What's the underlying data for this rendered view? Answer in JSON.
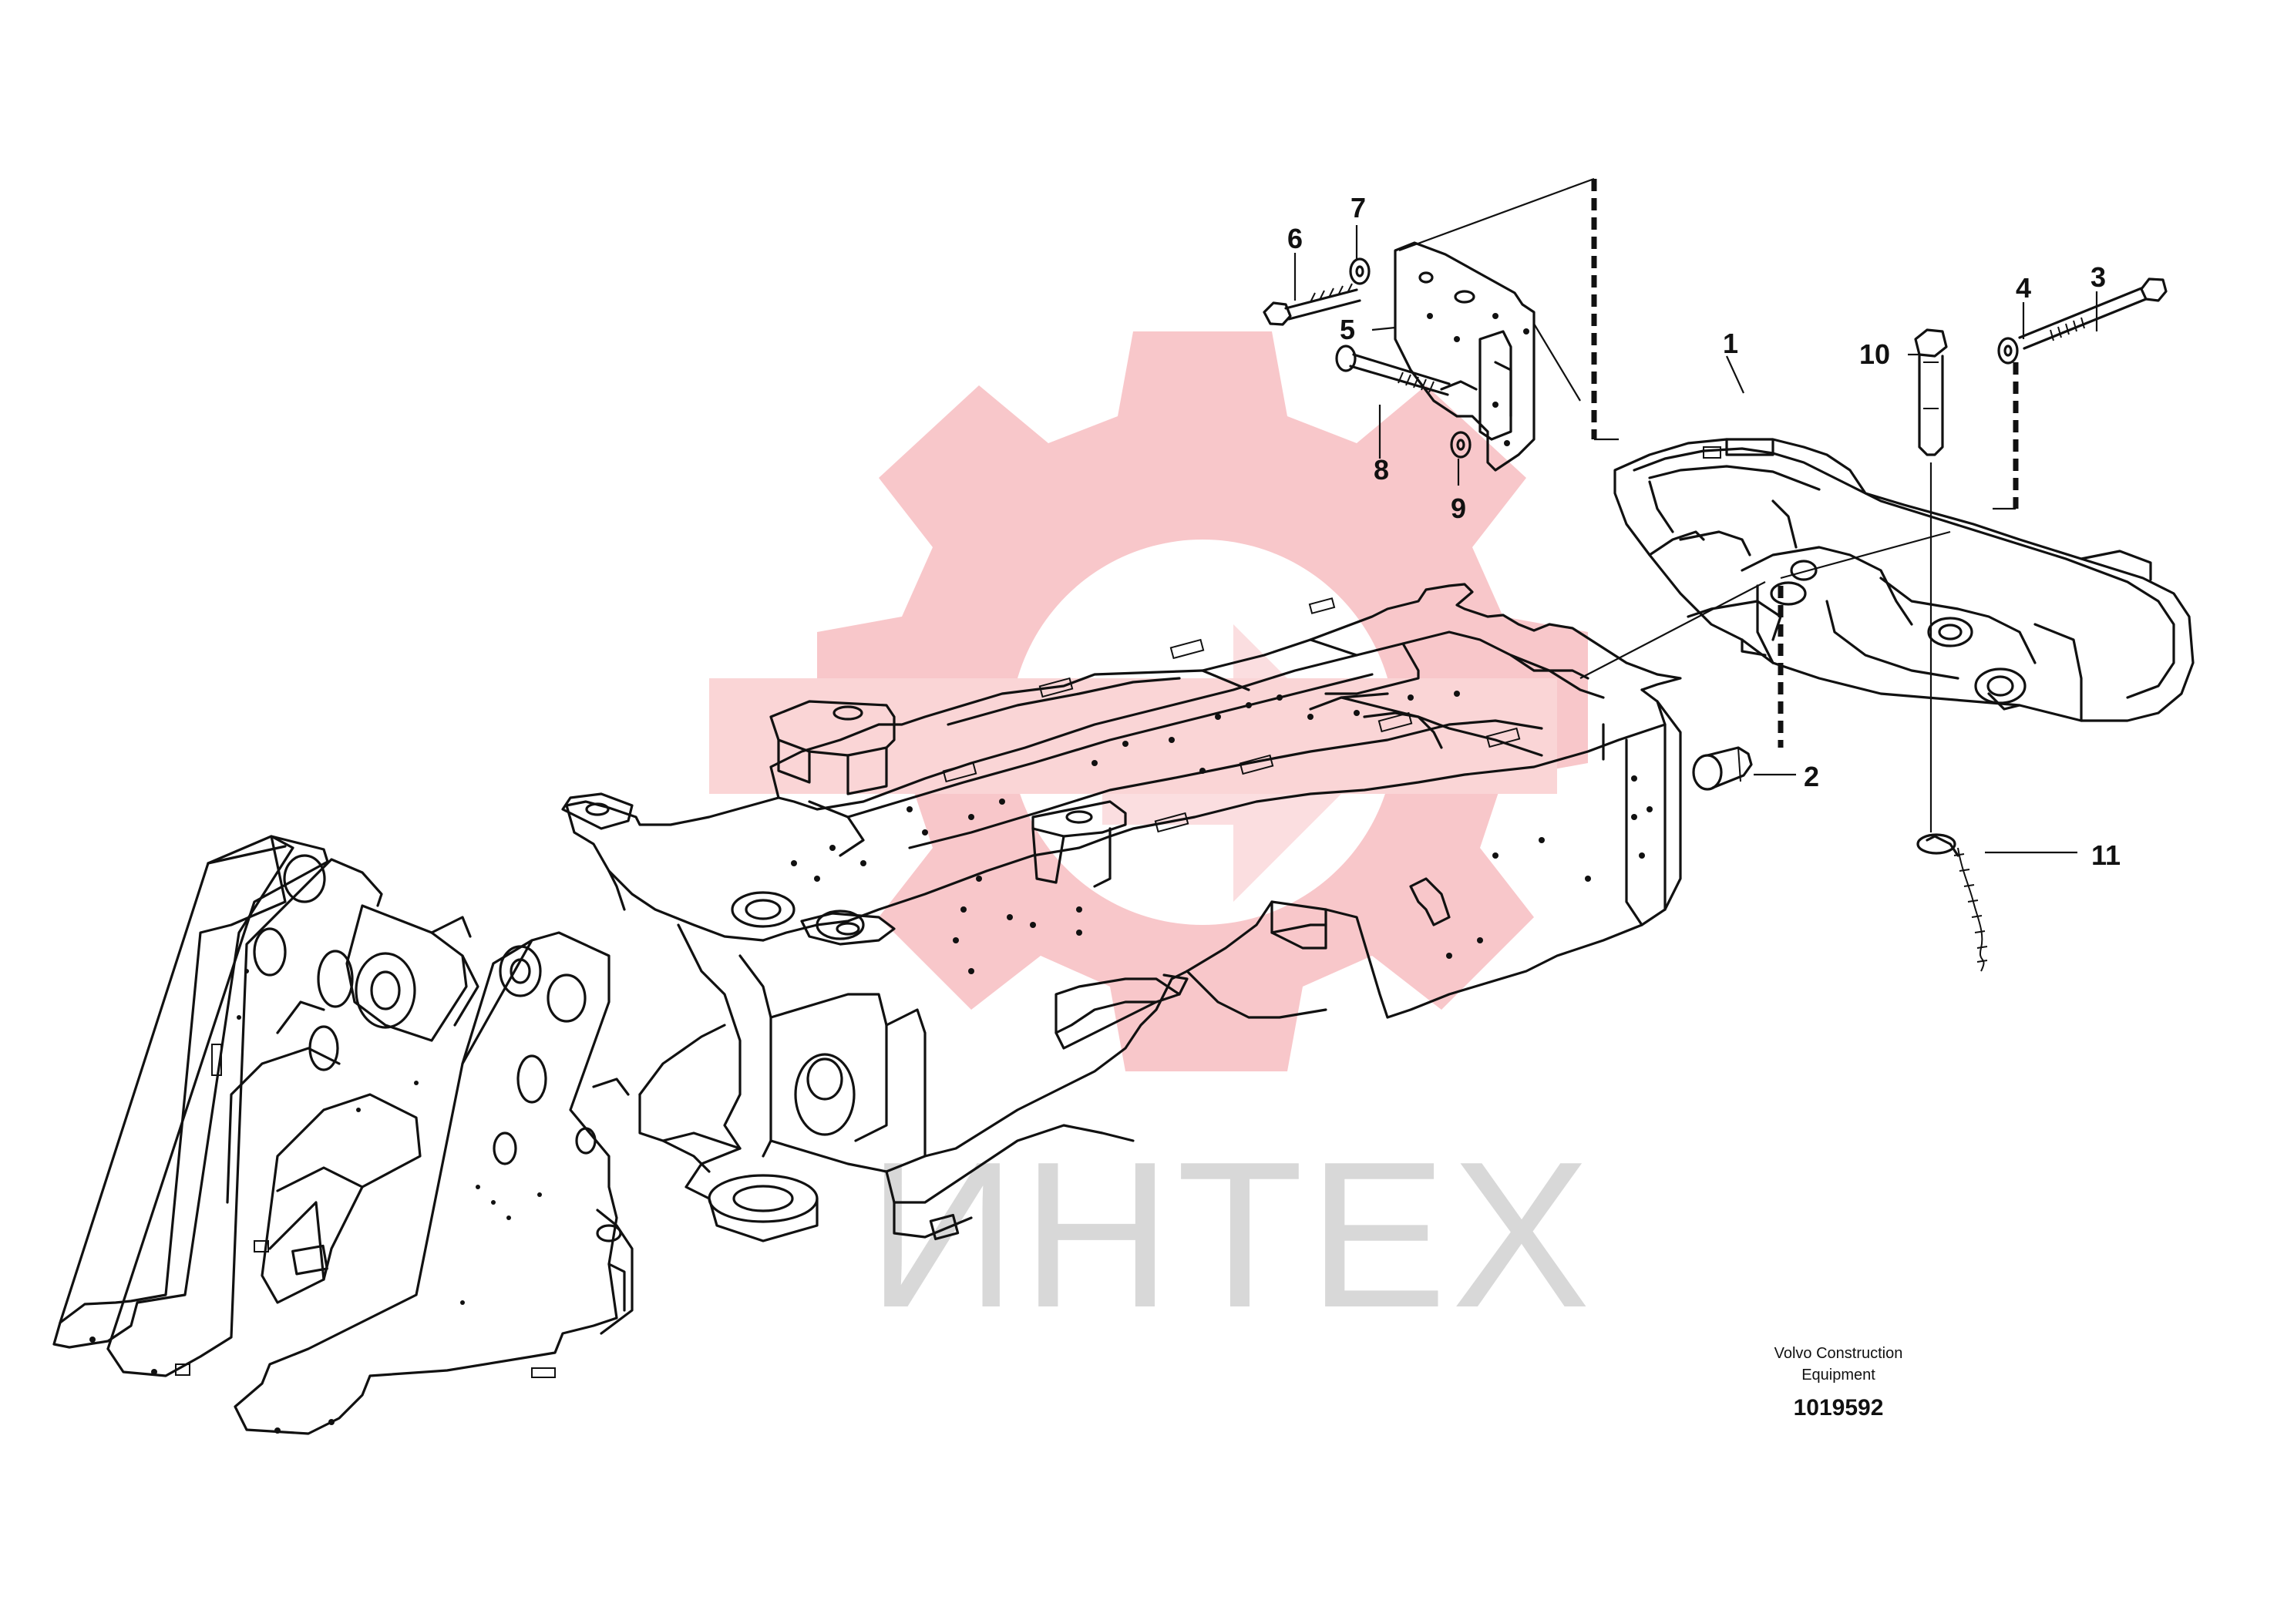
{
  "callouts": [
    {
      "label": "1"
    },
    {
      "label": "2"
    },
    {
      "label": "3"
    },
    {
      "label": "4"
    },
    {
      "label": "5"
    },
    {
      "label": "6"
    },
    {
      "label": "7"
    },
    {
      "label": "8"
    },
    {
      "label": "9"
    },
    {
      "label": "10"
    },
    {
      "label": "11"
    }
  ],
  "caption": {
    "line1": "Volvo Construction",
    "line2": "Equipment",
    "number": "1019592"
  },
  "watermark": {
    "text": "ИНТЕХ",
    "gear_color": "#f7b3b5",
    "text_color": "#d8d8d8"
  }
}
